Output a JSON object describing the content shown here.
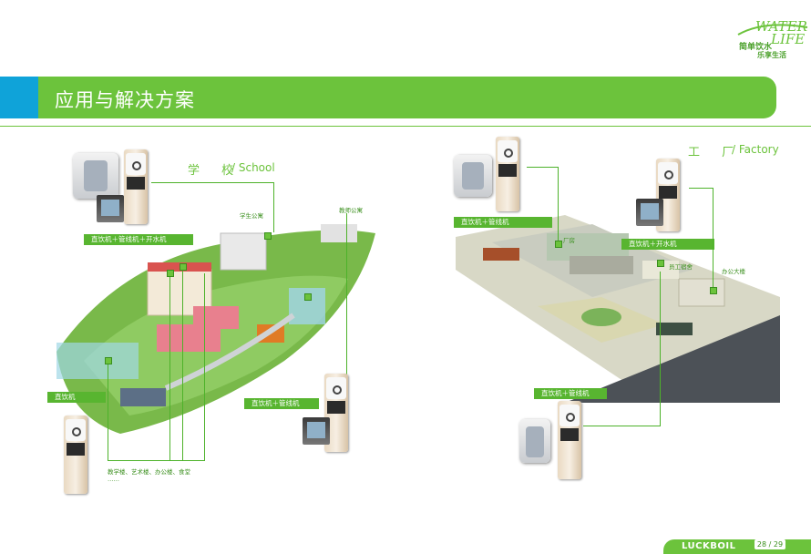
{
  "header": {
    "title": "应用与解决方案",
    "band_colors": {
      "accent": "#0fa3d9",
      "bar": "#6cc33c"
    }
  },
  "logo": {
    "word1": "WATER",
    "word2": "LIFE",
    "tagline1": "简单饮水",
    "tagline2": "乐享生活"
  },
  "school": {
    "title_cn": "学  校",
    "title_en": "/ School",
    "label_top": "直饮机＋管线机＋开水机",
    "label_left": "直饮机",
    "label_right": "直饮机＋管线机",
    "tag_dorm": "学生公寓",
    "tag_teacher": "教师公寓",
    "bottom_caption": "教学楼、艺术楼、办公楼、食堂",
    "bottom_ellipsis": "……"
  },
  "factory": {
    "title_cn": "工  厂",
    "title_en": "/ Factory",
    "label_top": "直饮机＋管线机",
    "label_mid": "直饮机＋开水机",
    "label_bottom": "直饮机＋管线机",
    "tag_plant": "厂房",
    "tag_staff": "员工宿舍",
    "tag_office": "办公大楼"
  },
  "footer": {
    "brand": "LUCKBOIL",
    "page": "28 / 29"
  }
}
